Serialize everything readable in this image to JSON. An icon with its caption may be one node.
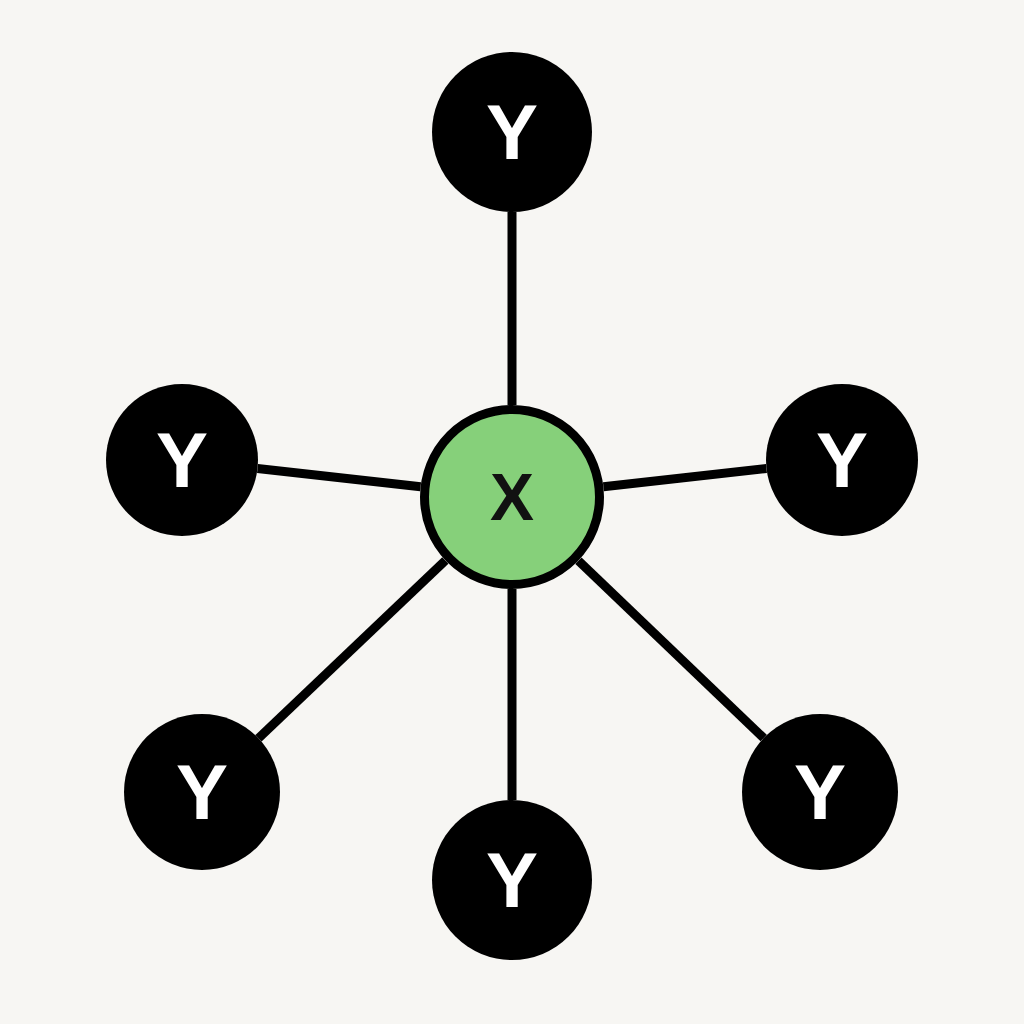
{
  "diagram": {
    "nodes": [
      {
        "text": [
          "Y"
        ]
      },
      {
        "text": [
          "Y"
        ]
      },
      {
        "text": [
          "X"
        ]
      },
      {
        "text": [
          "Y"
        ]
      },
      {
        "text": [
          "Y"
        ]
      },
      {
        "text": [
          "Y"
        ]
      },
      {
        "text": [
          "Y"
        ]
      }
    ],
    "edges": [
      {
        "from": 2,
        "to": 0,
        "arrow": "none"
      },
      {
        "from": 2,
        "to": 1,
        "arrow": "none"
      },
      {
        "from": 2,
        "to": 3,
        "arrow": "none"
      },
      {
        "from": 2,
        "to": 4,
        "arrow": "none"
      },
      {
        "from": 2,
        "to": 5,
        "arrow": "none"
      },
      {
        "from": 2,
        "to": 6,
        "arrow": "none"
      }
    ]
  }
}
